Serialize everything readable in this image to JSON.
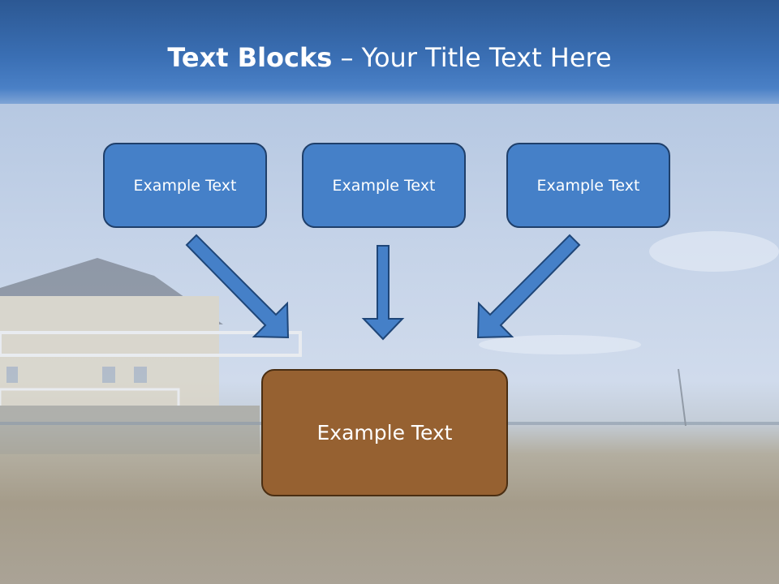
{
  "title": {
    "bold": "Text Blocks",
    "separator": " – ",
    "rest": "Your Title Text Here"
  },
  "top_boxes": [
    "Example Text",
    "Example Text",
    "Example Text"
  ],
  "bottom_box": "Example Text",
  "colors": {
    "box_blue": "#4580c8",
    "box_brown": "#966131",
    "title_bar": "#3a6fb4"
  }
}
